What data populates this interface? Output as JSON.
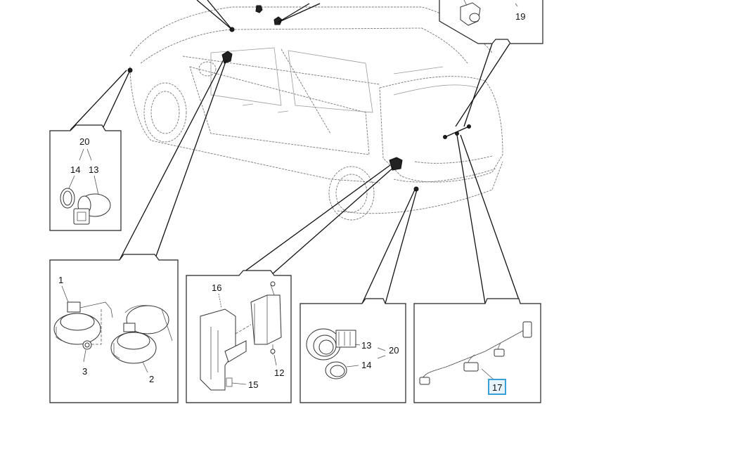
{
  "diagram": {
    "title": "Vehicle parts exploded view - horns, parking assist sensors, harness",
    "highlight_color": "#3aa0d8",
    "highlighted_callout": "17",
    "panels": [
      {
        "id": "front-sensor-panel",
        "callouts": [
          "20",
          "14",
          "13"
        ],
        "description": "Front parking assist sensor and retainer"
      },
      {
        "id": "horn-panel",
        "callouts": [
          "1",
          "3",
          "2"
        ],
        "description": "Horns with bracket and fastener"
      },
      {
        "id": "module-panel",
        "callouts": [
          "16",
          "12",
          "15"
        ],
        "description": "Control module and bracket"
      },
      {
        "id": "rear-sensor-panel",
        "callouts": [
          "13",
          "20",
          "14"
        ],
        "description": "Rear parking assist sensor and retainer"
      },
      {
        "id": "harness-panel",
        "callouts": [
          "17"
        ],
        "description": "Rear bumper wiring harness"
      },
      {
        "id": "camera-panel",
        "callouts": [
          "19"
        ],
        "description": "Rear view camera"
      }
    ],
    "labels": {
      "fs_20": "20",
      "fs_14": "14",
      "fs_13": "13",
      "horn_1": "1",
      "horn_3": "3",
      "horn_2": "2",
      "mod_16": "16",
      "mod_12": "12",
      "mod_15": "15",
      "rs_13": "13",
      "rs_20": "20",
      "rs_14": "14",
      "har_17": "17",
      "cam_19": "19"
    }
  }
}
